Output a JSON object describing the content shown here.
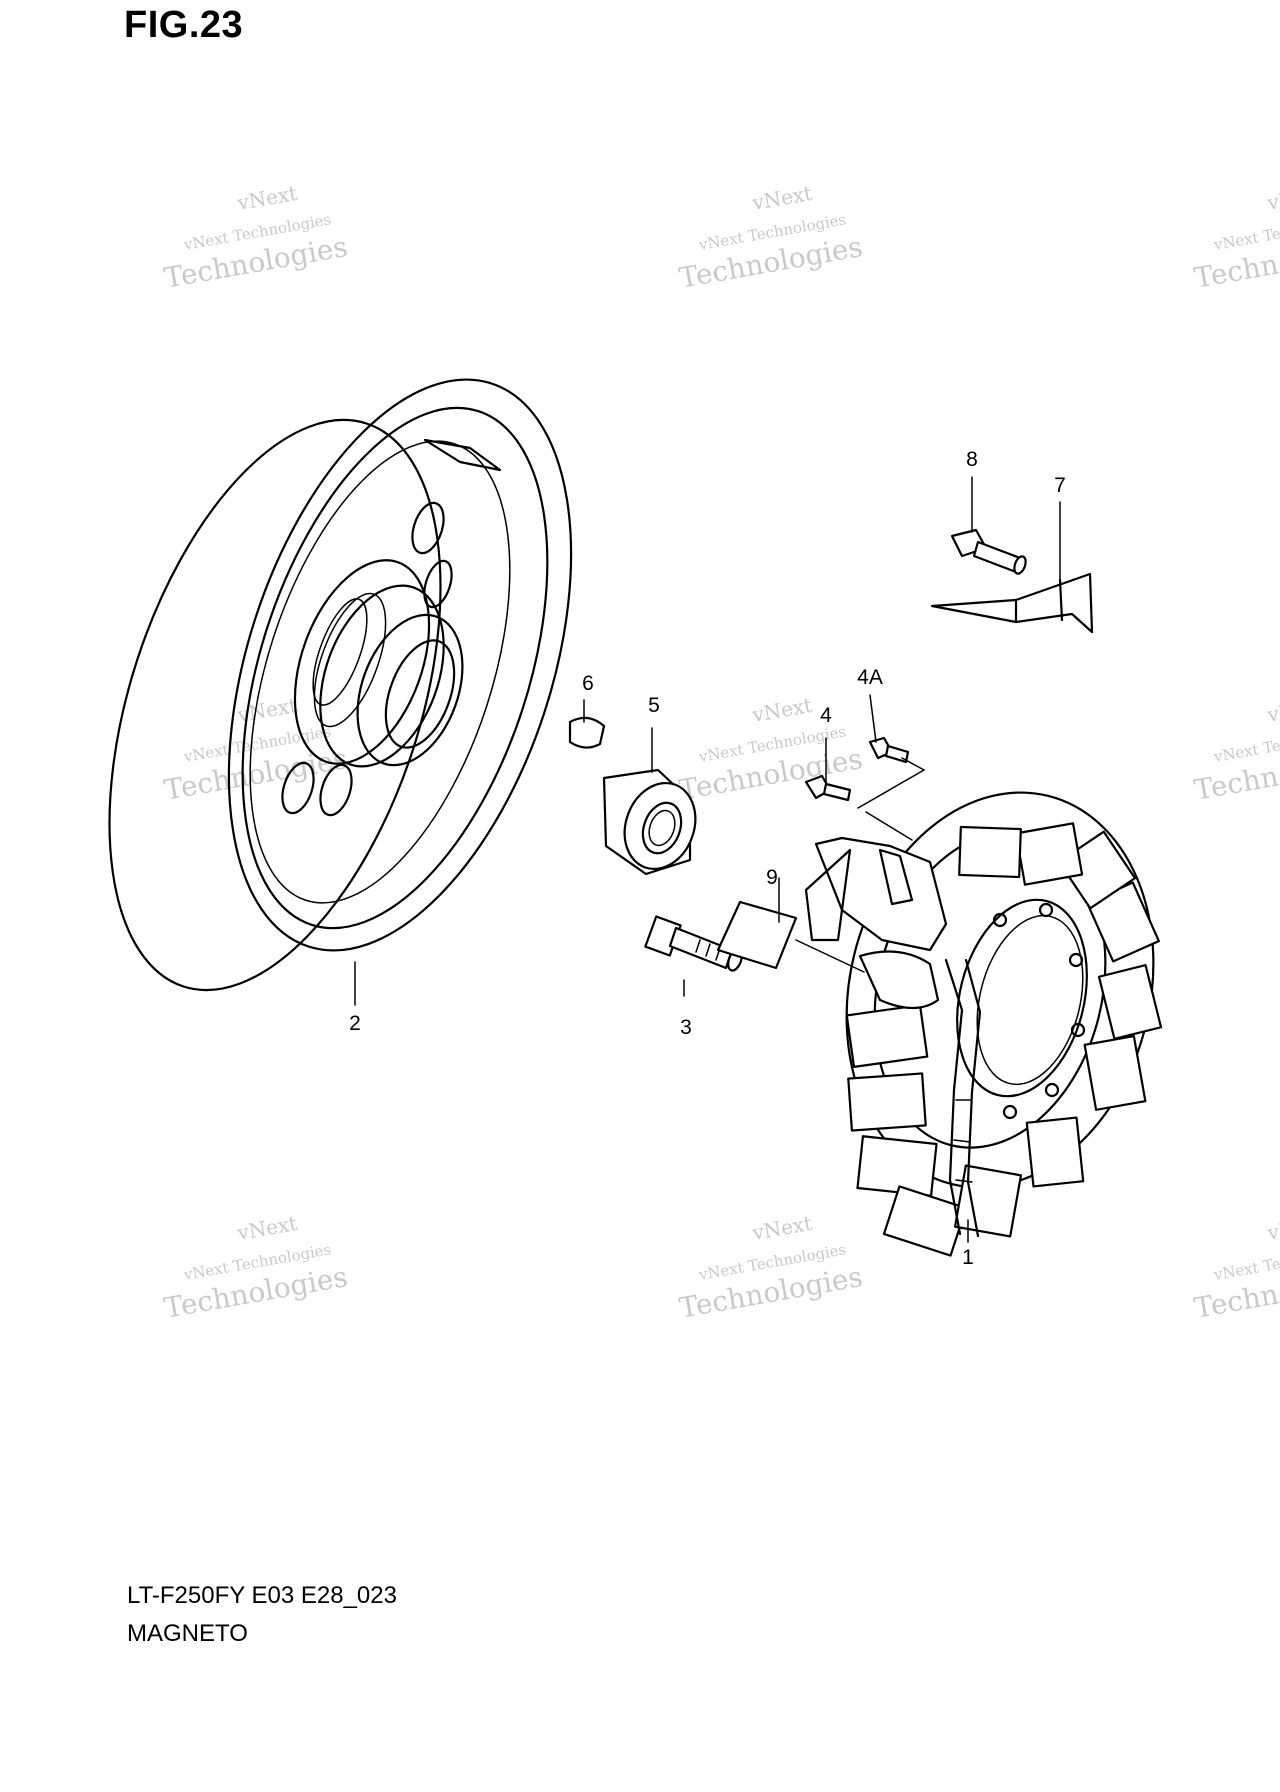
{
  "figure": {
    "title": "FIG.23"
  },
  "caption": {
    "model_code": "LT-F250FY E03 E28_023",
    "section_name": "MAGNETO"
  },
  "watermark": {
    "line_small": "vNext Technologies",
    "line_top": "vNext",
    "line_large": "Technologies",
    "color": "#c9c9c9"
  },
  "parts": {
    "p1": "1",
    "p2": "2",
    "p3": "3",
    "p4": "4",
    "p4a": "4A",
    "p5": "5",
    "p6": "6",
    "p7": "7",
    "p8": "8",
    "p9": "9"
  }
}
